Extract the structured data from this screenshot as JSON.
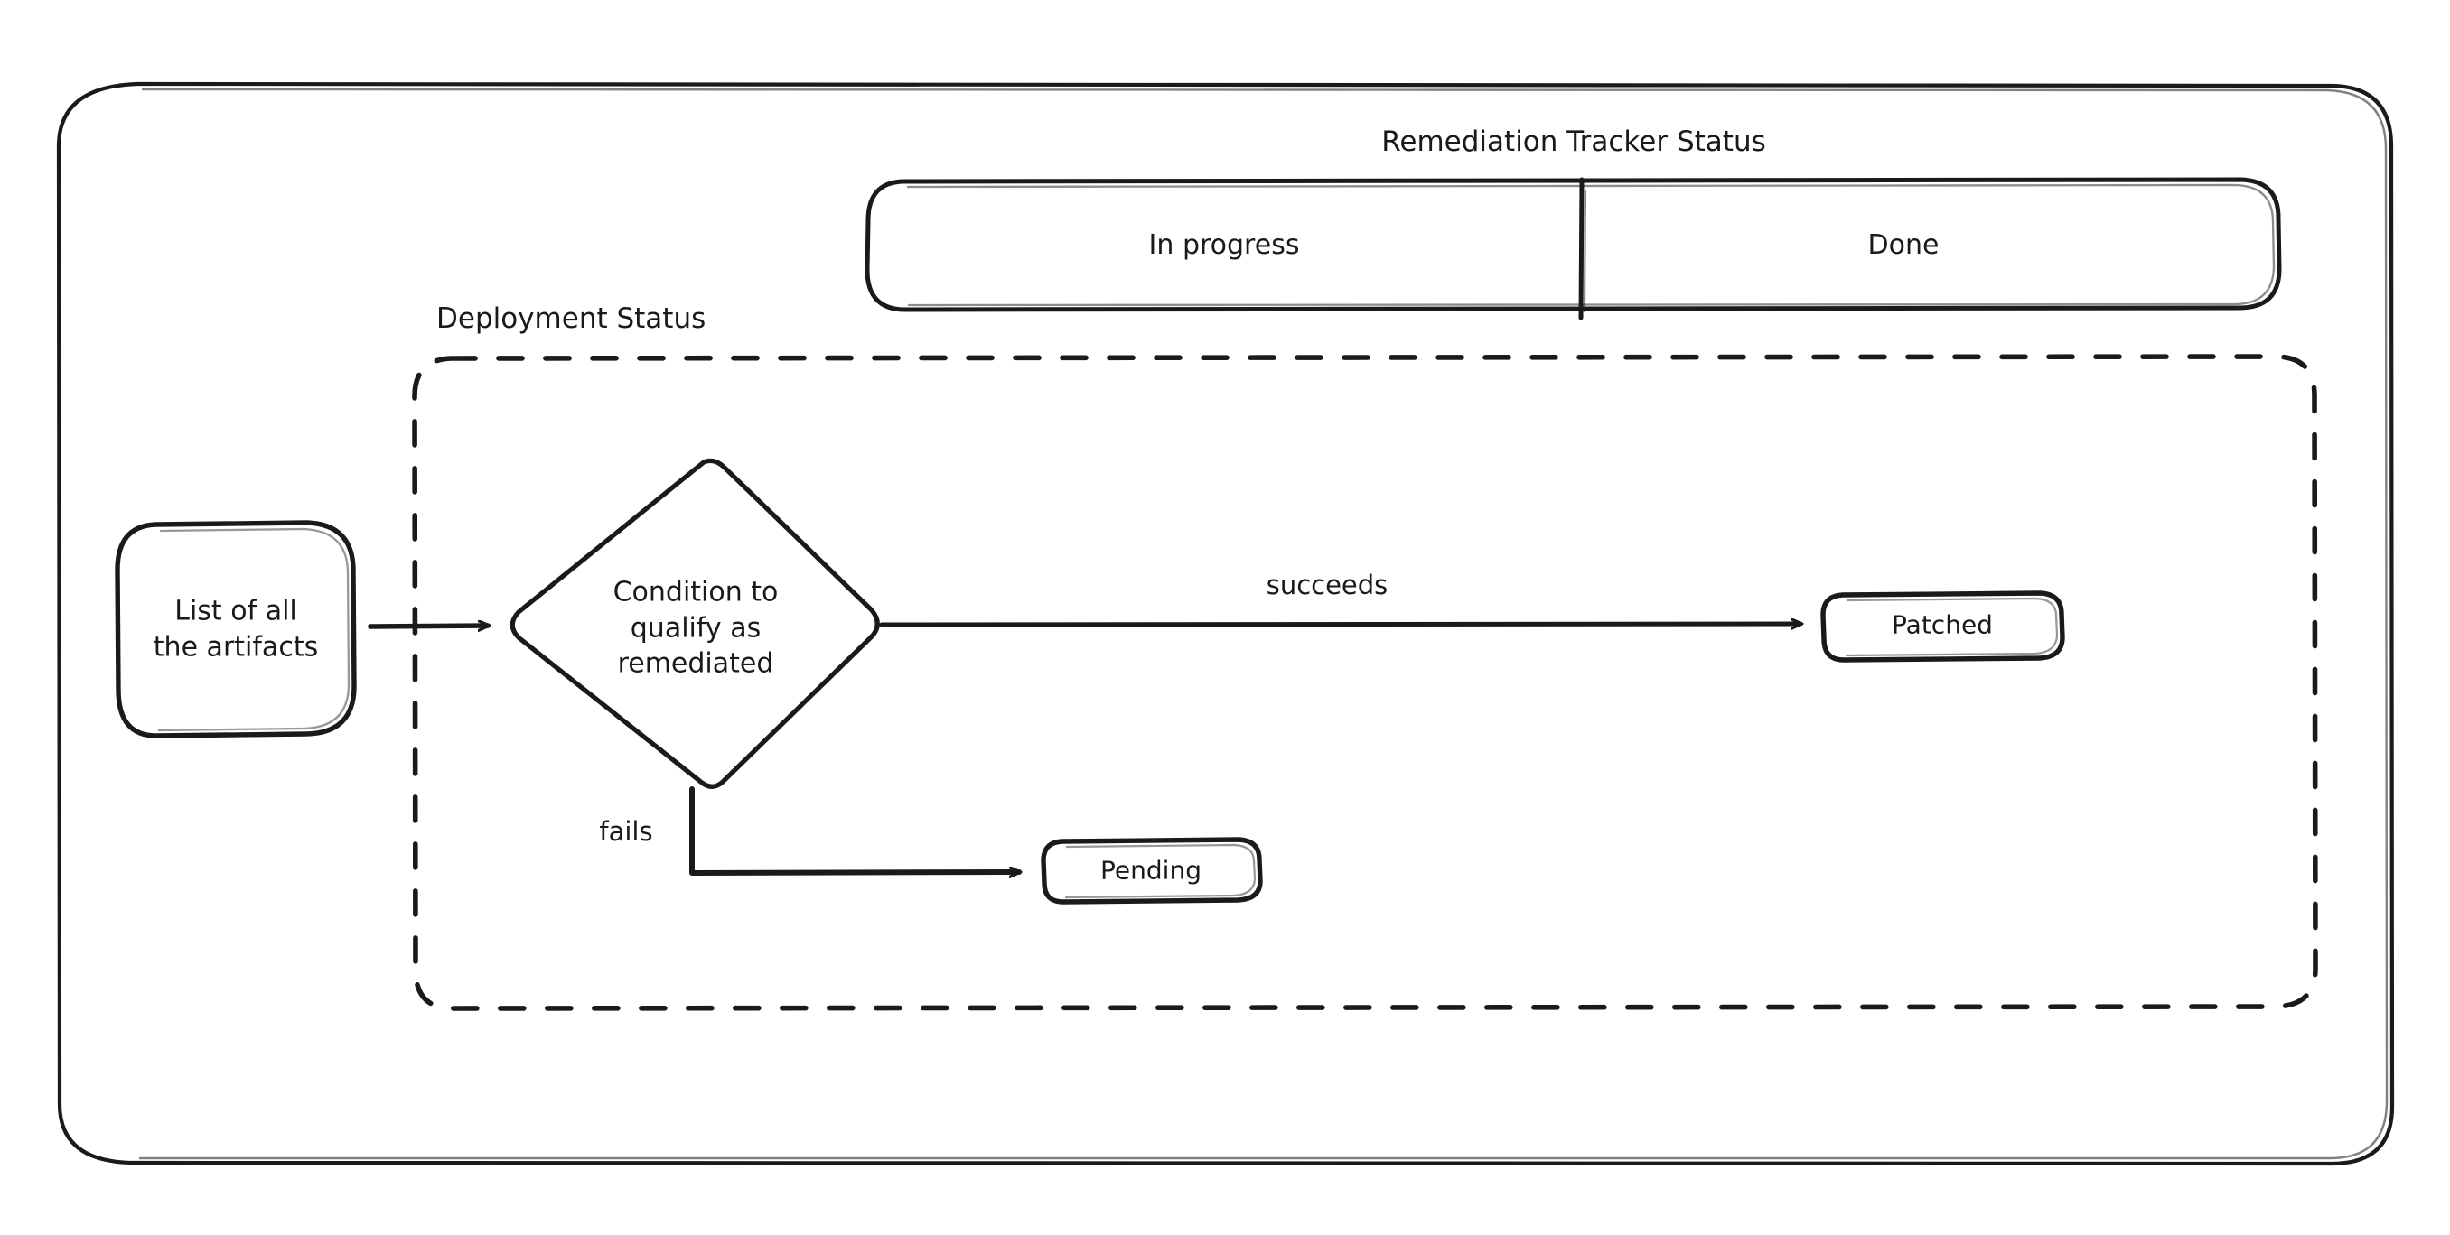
{
  "diagram": {
    "type": "flowchart",
    "style": "hand-drawn",
    "stroke_color": "#1a1a1a",
    "background_color": "#ffffff",
    "pools": [
      {
        "name": "remediation-tracker-status",
        "title": "Remediation Tracker Status",
        "lanes": [
          {
            "label": "In progress"
          },
          {
            "label": "Done"
          }
        ]
      },
      {
        "name": "deployment-status",
        "title": "Deployment Status",
        "border": "dashed"
      }
    ],
    "nodes": [
      {
        "id": "artifacts",
        "label": "List of all\nthe artifacts",
        "shape": "rounded-rect"
      },
      {
        "id": "condition",
        "label": "Condition to\nqualify as\nremediated",
        "shape": "diamond"
      },
      {
        "id": "patched",
        "label": "Patched",
        "shape": "rounded-rect"
      },
      {
        "id": "pending",
        "label": "Pending",
        "shape": "rounded-rect"
      }
    ],
    "edges": [
      {
        "from": "artifacts",
        "to": "condition",
        "label": ""
      },
      {
        "from": "condition",
        "to": "patched",
        "label": "succeeds"
      },
      {
        "from": "condition",
        "to": "pending",
        "label": "fails"
      }
    ]
  }
}
